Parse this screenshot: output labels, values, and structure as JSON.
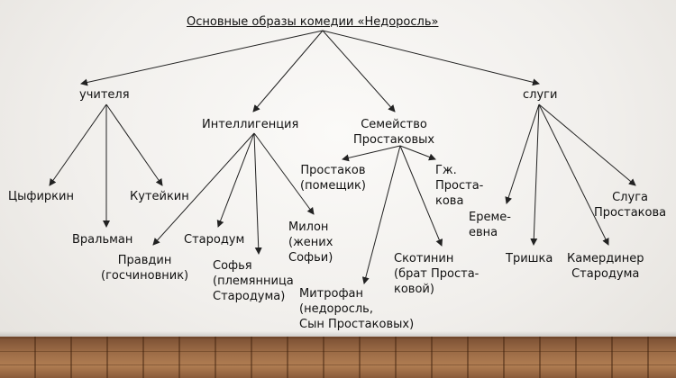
{
  "title": "Основные образы комедии «Недоросль»",
  "groups": {
    "teachers": "учителя",
    "intelligentsia": "Интеллигенция",
    "family": "Семейство\nПростаковых",
    "servants": "слуги"
  },
  "characters": {
    "tsyfirkin": "Цыфиркин",
    "vralman": "Вральман",
    "kuteikin": "Кутейкин",
    "pravdin": "Правдин\n(госчиновник)",
    "starodum": "Стародум",
    "sofya": "Софья\n(племянница\nСтародума)",
    "milon": "Милон\n(жених\nСофьи)",
    "prostakov": "Простаков\n(помещик)",
    "prostakova": "Гж.\nПроста-\nкова",
    "mitrofan": "Митрофан\n(недоросль,\nСын Простаковых)",
    "skotinin": "Скотинин\n(брат Проста-\nковой)",
    "eremeevna": "Ереме-\nевна",
    "trishka": "Тришка",
    "kamerdiner": "Камердинер\nСтародума",
    "sluga": "Слуга\nПростакова"
  }
}
